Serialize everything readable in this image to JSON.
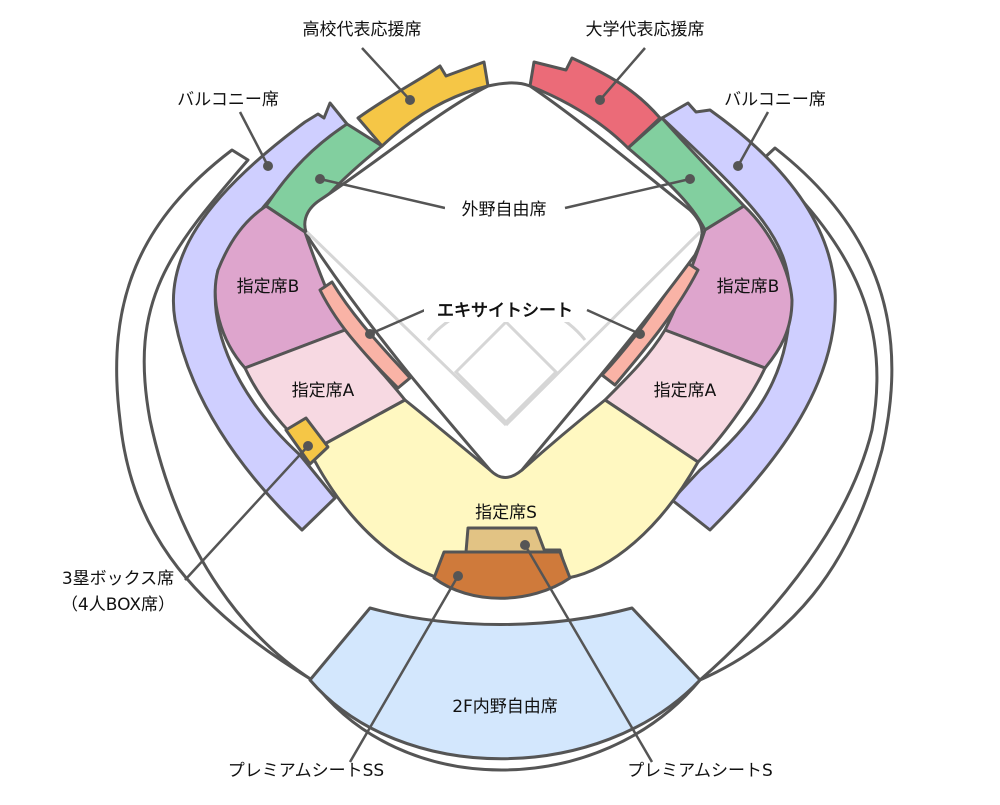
{
  "labels": {
    "high_school_cheer": "高校代表応援席",
    "university_cheer": "大学代表応援席",
    "balcony_left": "バルコニー席",
    "balcony_right": "バルコニー席",
    "outfield_free": "外野自由席",
    "reserved_b_left": "指定席B",
    "reserved_b_right": "指定席B",
    "excite_seat": "エキサイトシート",
    "reserved_a_left": "指定席A",
    "reserved_a_right": "指定席A",
    "reserved_s": "指定席S",
    "box_seat_line1": "3塁ボックス席",
    "box_seat_line2": "（4人BOX席）",
    "second_floor_free": "2F内野自由席",
    "premium_ss": "プレミアムシートSS",
    "premium_s": "プレミアムシートS"
  },
  "colors": {
    "high_school_cheer": "#f5c646",
    "university_cheer": "#eb6b78",
    "balcony": "#cfcfff",
    "outfield_free": "#82cf9f",
    "reserved_b": "#dea5cd",
    "excite_seat": "#f9b3a6",
    "reserved_a": "#f7d9e2",
    "reserved_s": "#fff8c1",
    "box_seat": "#f5c646",
    "premium_s": "#e2c384",
    "premium_ss": "#cf7a3b",
    "second_floor_free": "#d3e7fd",
    "outline": "#555555"
  }
}
